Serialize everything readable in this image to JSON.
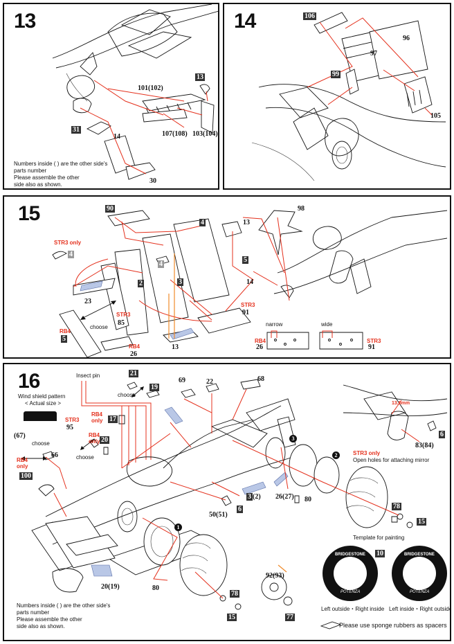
{
  "panels": {
    "p13": {
      "step": "13",
      "note": [
        "Numbers inside ( ) are the other side's",
        "parts number",
        "Please assemble the other",
        "side also as shown."
      ],
      "parts": {
        "a": "13",
        "b": "101",
        "b2": "(102)",
        "c": "107",
        "c2": "(108)",
        "d": "103",
        "d2": "(104)",
        "e": "31",
        "f": "14",
        "g": "30"
      }
    },
    "p14": {
      "step": "14",
      "parts": {
        "a": "106",
        "b": "96",
        "c": "97",
        "d": "99",
        "e": "105"
      }
    },
    "p15": {
      "step": "15",
      "str3_only": "STR3 only",
      "choose": "choose",
      "rb4": "RB4",
      "str3": "STR3",
      "narrow": "narrow",
      "wide": "wide",
      "parts": {
        "p90": "90",
        "p4a": "4",
        "p13a": "13",
        "p98": "98",
        "p4b": "4",
        "p5a": "5",
        "p2": "2",
        "p3": "3",
        "p14": "14",
        "p23": "23",
        "p85": "85",
        "p91a": "91",
        "p5b": "5",
        "p13b": "13",
        "p26a": "26",
        "p26b": "26",
        "p91b": "91",
        "p4c": "4"
      }
    },
    "p16": {
      "step": "16",
      "insect_pin": "Insect pin",
      "wind_shield": "Wind shield pattern",
      "actual_size": "< Actual size >",
      "choose": "choose",
      "str3": "STR3",
      "rb4_only": "RB4\nonly",
      "str3_only": "STR3 only",
      "mirror_note": "Open holes for attaching mirror",
      "measure": "13.6mm",
      "template_title": "Template for painting",
      "template_part": "10",
      "tire_brand": "BRIDGESTONE",
      "tire_model": "POTENZA",
      "left_caption": "Left outside・Right inside",
      "right_caption": "Left inside・Right outside",
      "sponge_note": "Please use sponge rubbers as spacers",
      "note": [
        "Numbers inside ( ) are the other side's",
        "parts number",
        "Please assemble the other",
        "side also as shown."
      ],
      "circled": [
        "3",
        "2",
        "1"
      ],
      "parts": {
        "p21": "21",
        "p19": "19",
        "p69": "69",
        "p22": "22",
        "p68": "68",
        "p17": "17",
        "p95": "95",
        "p20": "20",
        "p67": "(67)",
        "p66": "66",
        "p100": "100",
        "p3": "3",
        "p2": "(2)",
        "p26": "26",
        "p27": "(27)",
        "p80a": "80",
        "p6a": "6",
        "p50": "50",
        "p51": "(51)",
        "p78a": "78",
        "p15a": "15",
        "p20b": "20",
        "p19b": "(19)",
        "p80b": "80",
        "p92": "92",
        "p93": "(93)",
        "p78b": "78",
        "p15b": "15",
        "p77": "77",
        "p83": "83",
        "p84": "(84)",
        "p6b": "6"
      }
    }
  }
}
